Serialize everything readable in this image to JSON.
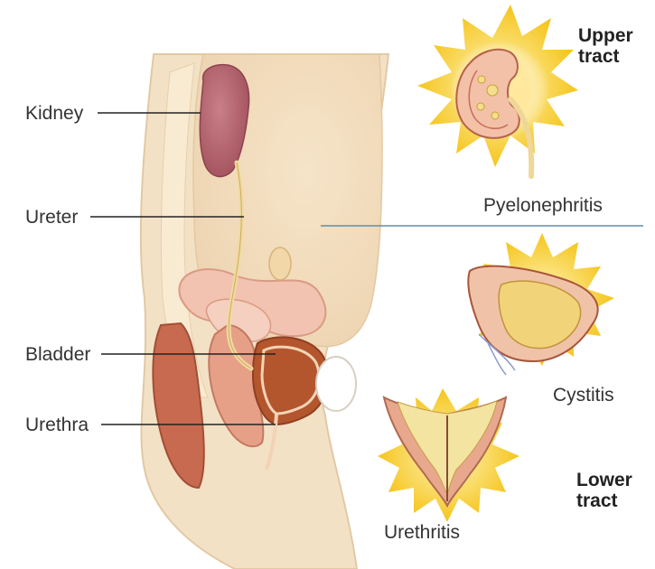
{
  "labels": {
    "kidney": "Kidney",
    "ureter": "Ureter",
    "bladder": "Bladder",
    "urethra": "Urethra",
    "pyelonephritis": "Pyelonephritis",
    "cystitis": "Cystitis",
    "urethritis": "Urethritis"
  },
  "regions": {
    "upper": "Upper\ntract",
    "lower": "Lower\ntract"
  },
  "colors": {
    "skin": "#f4dfc1",
    "tissue": "#efcfa0",
    "kidney": "#b35f6a",
    "bladder": "#b35a35",
    "muscle": "#d98a6a",
    "infection": "#f4c020",
    "divider": "#5b8fb0"
  }
}
